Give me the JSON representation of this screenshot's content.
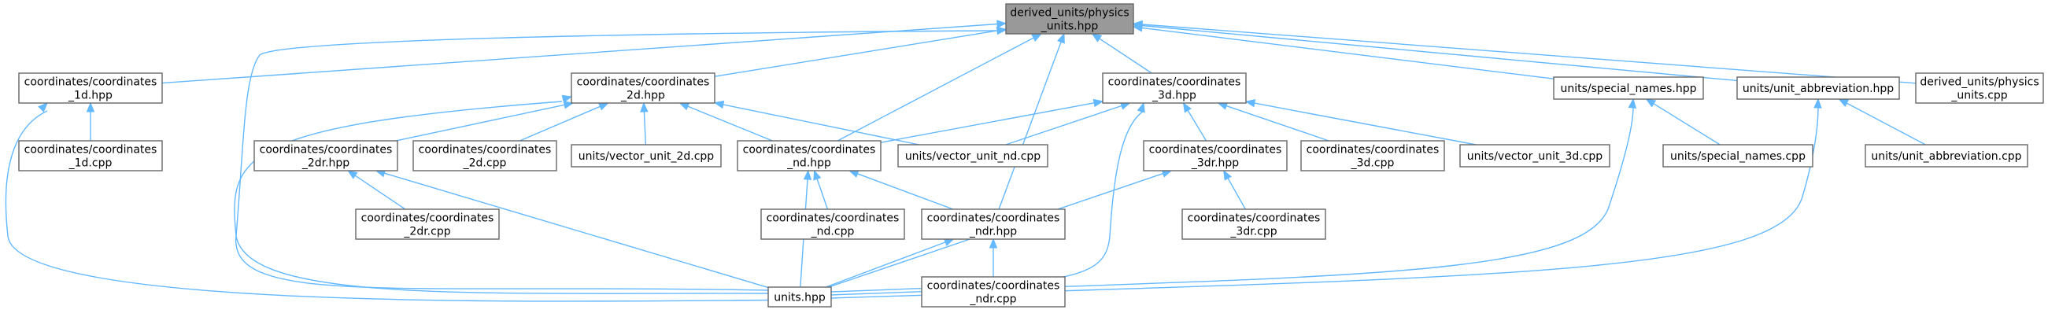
{
  "diagram": {
    "type": "include-dependency-graph",
    "colors": {
      "root_fill": "#999999",
      "node_fill": "#ffffff",
      "node_border": "#666666",
      "edge": "#63b8ff"
    },
    "nodes": [
      {
        "id": "root",
        "lines": [
          "derived_units/physics",
          "_units.hpp"
        ],
        "root": true
      },
      {
        "id": "c1d_hpp",
        "lines": [
          "coordinates/coordinates",
          "_1d.hpp"
        ]
      },
      {
        "id": "c1d_cpp",
        "lines": [
          "coordinates/coordinates",
          "_1d.cpp"
        ]
      },
      {
        "id": "c2d_hpp",
        "lines": [
          "coordinates/coordinates",
          "_2d.hpp"
        ]
      },
      {
        "id": "c2dr_hpp",
        "lines": [
          "coordinates/coordinates",
          "_2dr.hpp"
        ]
      },
      {
        "id": "c2dr_cpp",
        "lines": [
          "coordinates/coordinates",
          "_2dr.cpp"
        ]
      },
      {
        "id": "c2d_cpp",
        "lines": [
          "coordinates/coordinates",
          "_2d.cpp"
        ]
      },
      {
        "id": "vu2d_cpp",
        "lines": [
          "units/vector_unit_2d.cpp"
        ]
      },
      {
        "id": "cnd_hpp",
        "lines": [
          "coordinates/coordinates",
          "_nd.hpp"
        ]
      },
      {
        "id": "cnd_cpp",
        "lines": [
          "coordinates/coordinates",
          "_nd.cpp"
        ]
      },
      {
        "id": "cndr_hpp",
        "lines": [
          "coordinates/coordinates",
          "_ndr.hpp"
        ]
      },
      {
        "id": "cndr_cpp",
        "lines": [
          "coordinates/coordinates",
          "_ndr.cpp"
        ]
      },
      {
        "id": "vund_cpp",
        "lines": [
          "units/vector_unit_nd.cpp"
        ]
      },
      {
        "id": "c3d_hpp",
        "lines": [
          "coordinates/coordinates",
          "_3d.hpp"
        ]
      },
      {
        "id": "c3dr_hpp",
        "lines": [
          "coordinates/coordinates",
          "_3dr.hpp"
        ]
      },
      {
        "id": "c3dr_cpp",
        "lines": [
          "coordinates/coordinates",
          "_3dr.cpp"
        ]
      },
      {
        "id": "c3d_cpp",
        "lines": [
          "coordinates/coordinates",
          "_3d.cpp"
        ]
      },
      {
        "id": "vu3d_cpp",
        "lines": [
          "units/vector_unit_3d.cpp"
        ]
      },
      {
        "id": "units_hpp",
        "lines": [
          "units.hpp"
        ]
      },
      {
        "id": "sn_hpp",
        "lines": [
          "units/special_names.hpp"
        ]
      },
      {
        "id": "sn_cpp",
        "lines": [
          "units/special_names.cpp"
        ]
      },
      {
        "id": "ua_hpp",
        "lines": [
          "units/unit_abbreviation.hpp"
        ]
      },
      {
        "id": "ua_cpp",
        "lines": [
          "units/unit_abbreviation.cpp"
        ]
      },
      {
        "id": "du_cpp",
        "lines": [
          "derived_units/physics",
          "_units.cpp"
        ]
      }
    ]
  }
}
